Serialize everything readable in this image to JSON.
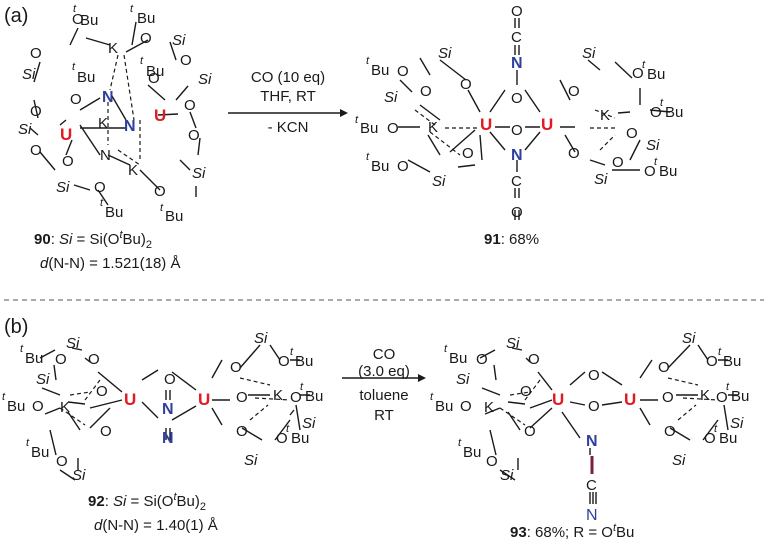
{
  "panels": {
    "a": "(a)",
    "b": "(b)"
  },
  "elements": {
    "U": "U",
    "K": "K",
    "N": "N",
    "O": "O",
    "C": "C",
    "Si": "Si",
    "tBu_t": "t",
    "tBu_Bu": "Bu"
  },
  "reaction_a": {
    "conditions": [
      "CO (10 eq)",
      "THF, RT",
      "- KCN"
    ],
    "reactant": {
      "number": "90",
      "label_rest": ": ",
      "si_def_rest": " = Si(O",
      "si_def_end": "Bu)",
      "si_sub": "2",
      "bond_prefix": "d",
      "bond_rest": "(N-N) = 1.521(18) Å"
    },
    "product": {
      "number": "91",
      "label_rest": ": 68%"
    }
  },
  "reaction_b": {
    "conditions": [
      "CO",
      "(3.0 eq)",
      "toluene",
      "RT"
    ],
    "reactant": {
      "number": "92",
      "label_rest": ": ",
      "si_def_rest": " = Si(O",
      "si_def_end": "Bu)",
      "si_sub": "2",
      "bond_prefix": "d",
      "bond_rest": "(N-N) = 1.40(1) Å"
    },
    "product": {
      "number": "93",
      "label_rest": ": 68%; R = O",
      "r_end": "Bu"
    }
  },
  "colors": {
    "uranium": "#e01b22",
    "nitrogen": "#2f3f9e",
    "cn_bond": "#7a1f3d",
    "ink": "#1a1a1a"
  }
}
